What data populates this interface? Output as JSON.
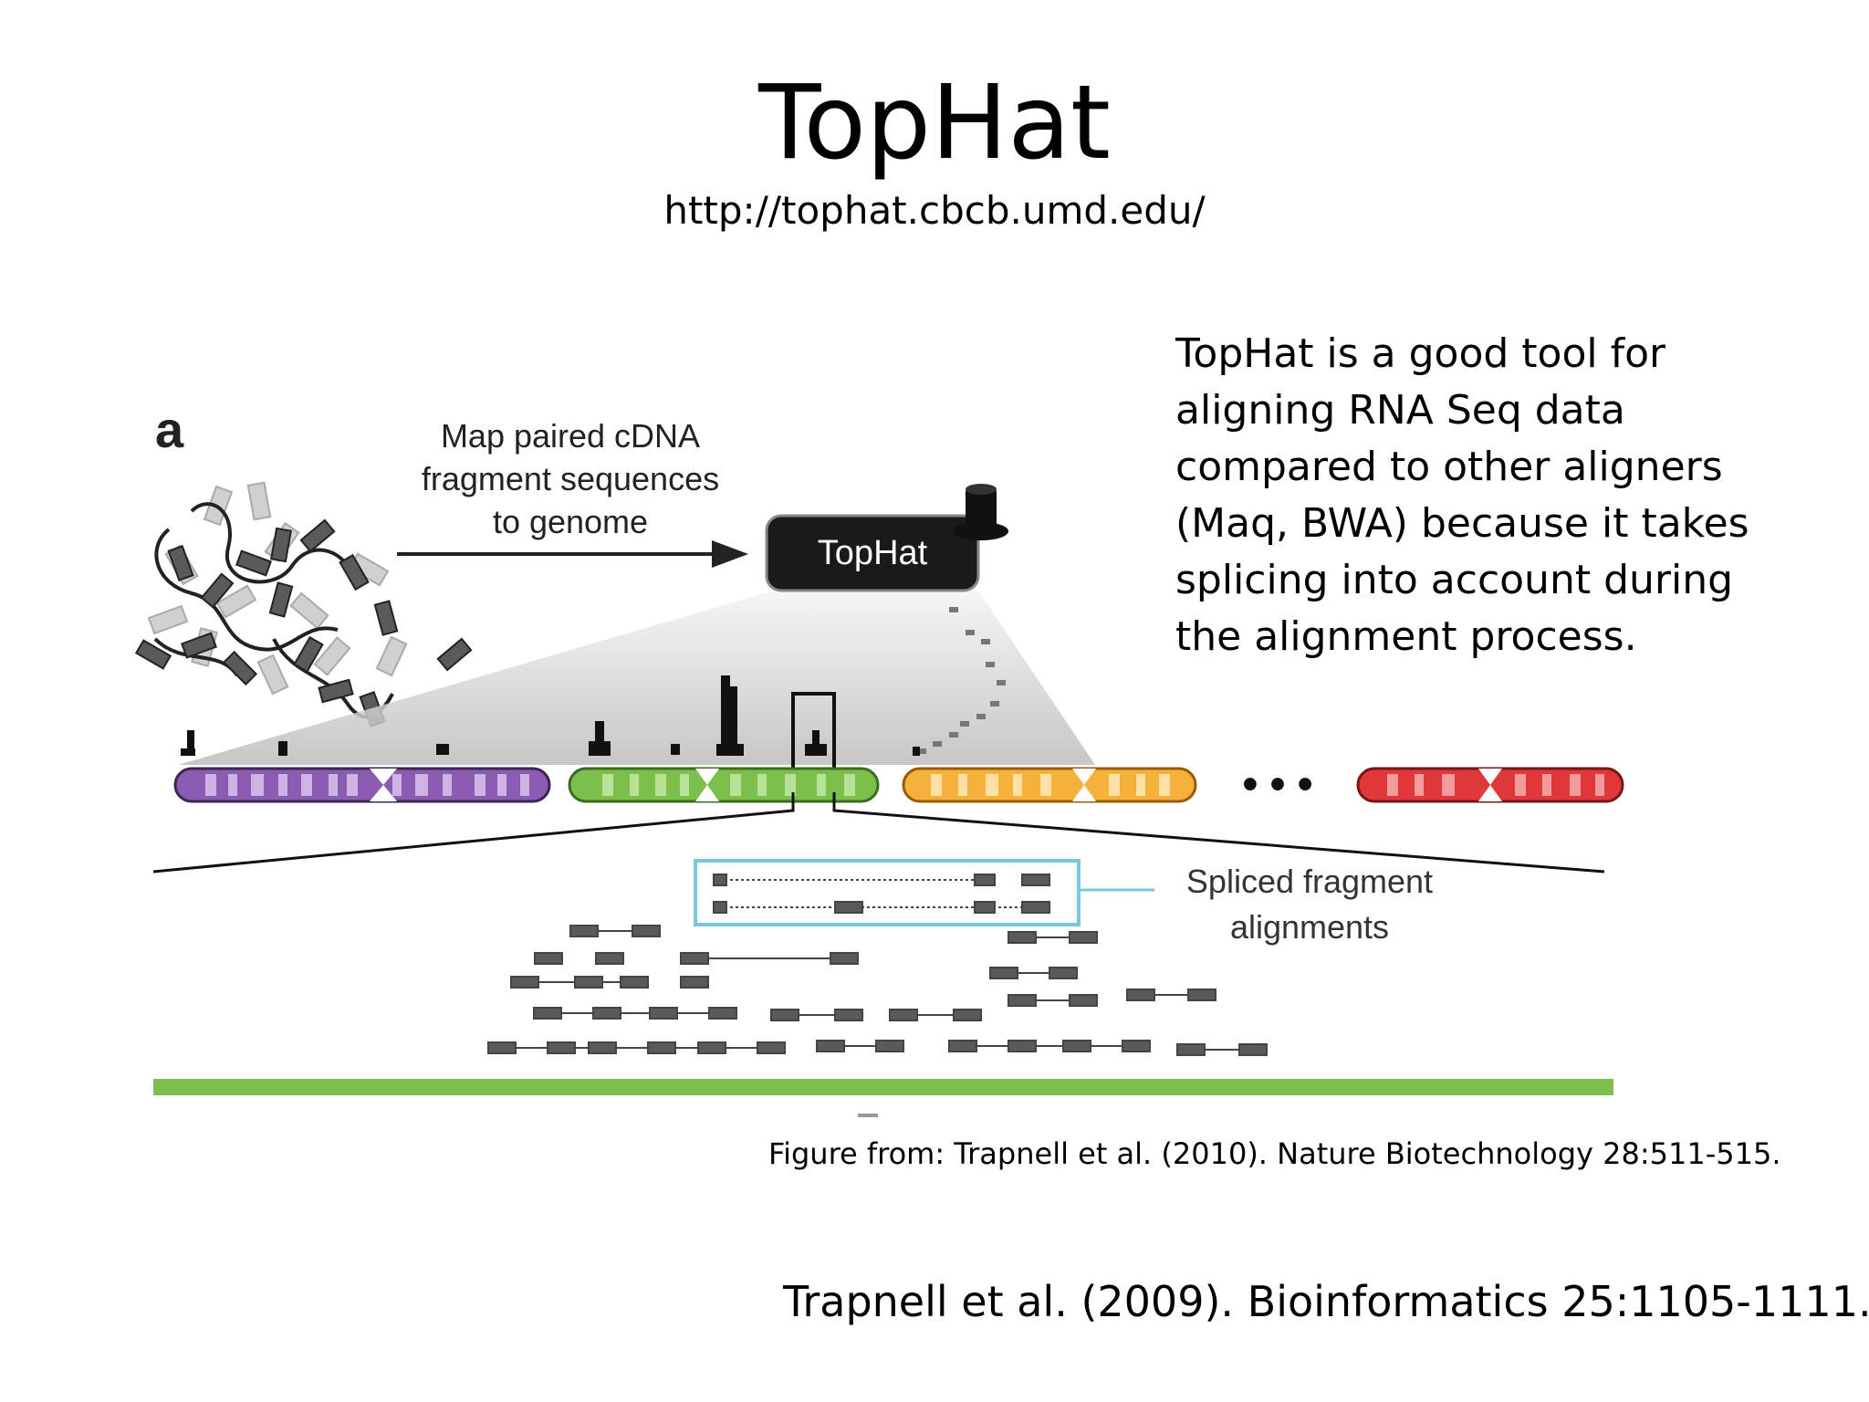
{
  "slide": {
    "title": "TopHat",
    "url": "http://tophat.cbcb.umd.edu/",
    "description_lines": [
      "TopHat is a good tool for",
      "aligning RNA Seq data",
      "compared to other aligners",
      "(Maq, BWA) because it takes",
      "splicing into account during",
      "the alignment process."
    ],
    "figure_caption": "Figure from: Trapnell et al. (2010). Nature Biotechnology 28:511-515.",
    "reference": "Trapnell et al. (2009). Bioinformatics 25:1105-1111."
  },
  "figure": {
    "panel_label": "a",
    "arrow_label_lines": [
      "Map paired cDNA",
      "fragment sequences",
      "to genome"
    ],
    "tool_box_label": "TopHat",
    "spliced_label_lines": [
      "Spliced fragment",
      "alignments"
    ],
    "ellipsis": "• • •",
    "colors": {
      "chromosome_1": "#8a5bb0",
      "chromosome_2": "#7cc04b",
      "chromosome_3": "#f6b13b",
      "chromosome_4": "#e0383a",
      "highlight_box": "#7cc7dc",
      "genome_bar": "#7cc04b",
      "read_block": "#555555",
      "tool_box": "#1a1a1a"
    },
    "icons": [
      "top-hat-icon",
      "cdna-fragments-icon",
      "arrow-right-icon"
    ]
  }
}
